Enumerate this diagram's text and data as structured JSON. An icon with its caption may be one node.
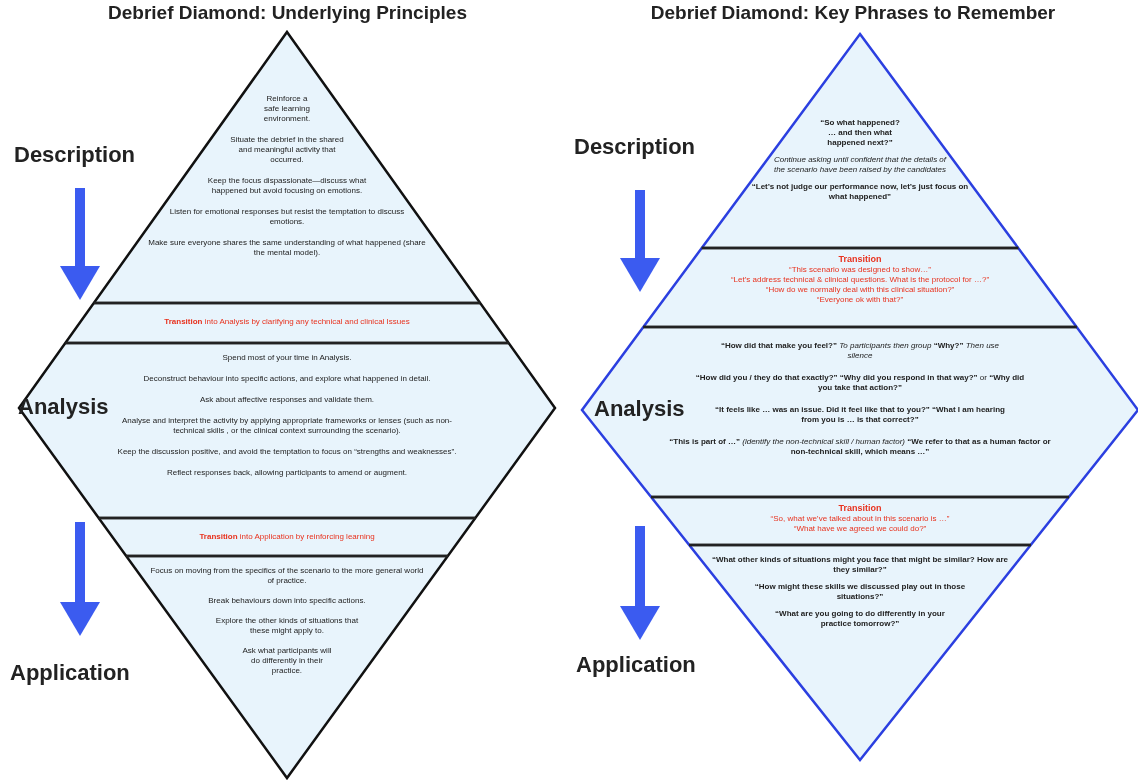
{
  "diagram": {
    "nodes": [
      {
        "text": [
          "Debrief Diamond: Underlying Principles"
        ]
      },
      {
        "text": [
          "Reinforce a safe learning environment.",
          "Situate the debrief in the shared and meaningful activity that occurred.",
          "Keep the focus dispassionate—discuss what happened but avoid focusing on emotions.",
          "Listen for emotional responses but resist the temptation to discuss emotions.",
          "Make sure everyone shares the same understanding of what happened (share the mental model)."
        ],
        "in": 0
      },
      {
        "text": [
          "**Transition** into Analysis by clarifying any technical and clinical Issues"
        ],
        "in": 0
      },
      {
        "text": [
          "Spend most of your time in Analysis.",
          "Deconstruct behaviour into specific actions, and explore what happened in detail.",
          "Ask about affective responses and validate them.",
          "Analyse and interpret the activity by applying appropriate frameworks or lenses (such as non-technical skills , or the clinical context surrounding the scenario).",
          "Keep the discussion positive, and avoid the temptation to focus on “strengths and weaknesses”.",
          "Reflect responses back, allowing participants to amend or augment."
        ],
        "in": 0
      },
      {
        "text": [
          "**Transition** into Application by reinforcing learning"
        ],
        "in": 0
      },
      {
        "text": [
          "Focus on moving from the specifics of the scenario to the more general world of practice.",
          "Break behaviours down into specific actions.",
          "Explore the other kinds of situations that these might apply to.",
          "Ask what participants will do differently in their practice."
        ],
        "in": 0
      },
      {
        "text": [
          "Debrief Diamond: Key Phrases to Remember"
        ]
      },
      {
        "text": [
          "“So what happened? … and then what happened next?”",
          "Continue asking until confident that the details of the scenario have been raised by the candidates",
          "“Let’s not judge our performance now, let’s just focus on what happened”"
        ],
        "in": 6
      },
      {
        "text": [
          "Transition",
          "“This scenario was designed to show…”",
          "“Let’s address technical & clinical questions. What is the protocol for …?”",
          "“How do we normally deal with this clinical situation?”",
          "“Everyone ok with that?”"
        ],
        "in": 6
      },
      {
        "text": [
          "**“How did that make you feel?”** *To participants then group* **“Why?”** *Then use silence*",
          "**“How did you / they do that exactly?” “Why did you respond in that way?”** or **“Why did you take that action?”**",
          "“It feels like … was an issue. Did it feel like that to you?” “What I am hearing from you is … is that correct?”",
          "**“This is part of …”** *(identify the non-technical skill / human factor)* **“We refer to that as a human factor or non-technical skill, which means …”**"
        ],
        "in": 6
      },
      {
        "text": [
          "Transition",
          "“So, what we’ve talked about in this scenario is …”",
          "“What have we agreed we could do?”"
        ],
        "in": 6
      },
      {
        "text": [
          "“What other kinds of situations might you face that might be similar? How are they similar?”",
          "“How might these skills we discussed play out in those situations?”",
          "“What are you going to do differently in your practice tomorrow?”"
        ],
        "in": 6
      }
    ],
    "labels": [
      "Description",
      "Analysis",
      "Application",
      "Description",
      "Analysis",
      "Application"
    ]
  }
}
